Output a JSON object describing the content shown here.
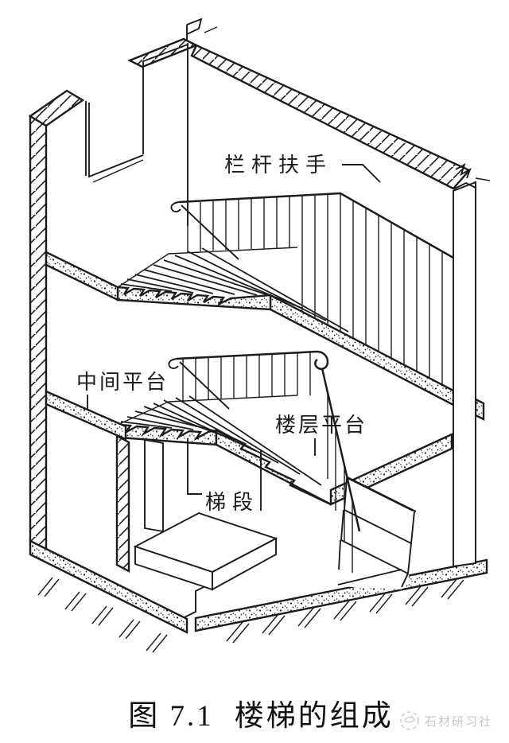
{
  "figure": {
    "caption": {
      "number": "图 7.1",
      "title": "楼梯的组成"
    },
    "labels": {
      "handrail": "栏杆扶手",
      "intermediate_landing": "中间平台",
      "floor_landing": "楼层平台",
      "flight": "梯段"
    },
    "watermark": "石材研习社",
    "colors": {
      "ink": "#1c1c1c",
      "background": "#ffffff",
      "watermark": "#c8c8c8"
    }
  }
}
